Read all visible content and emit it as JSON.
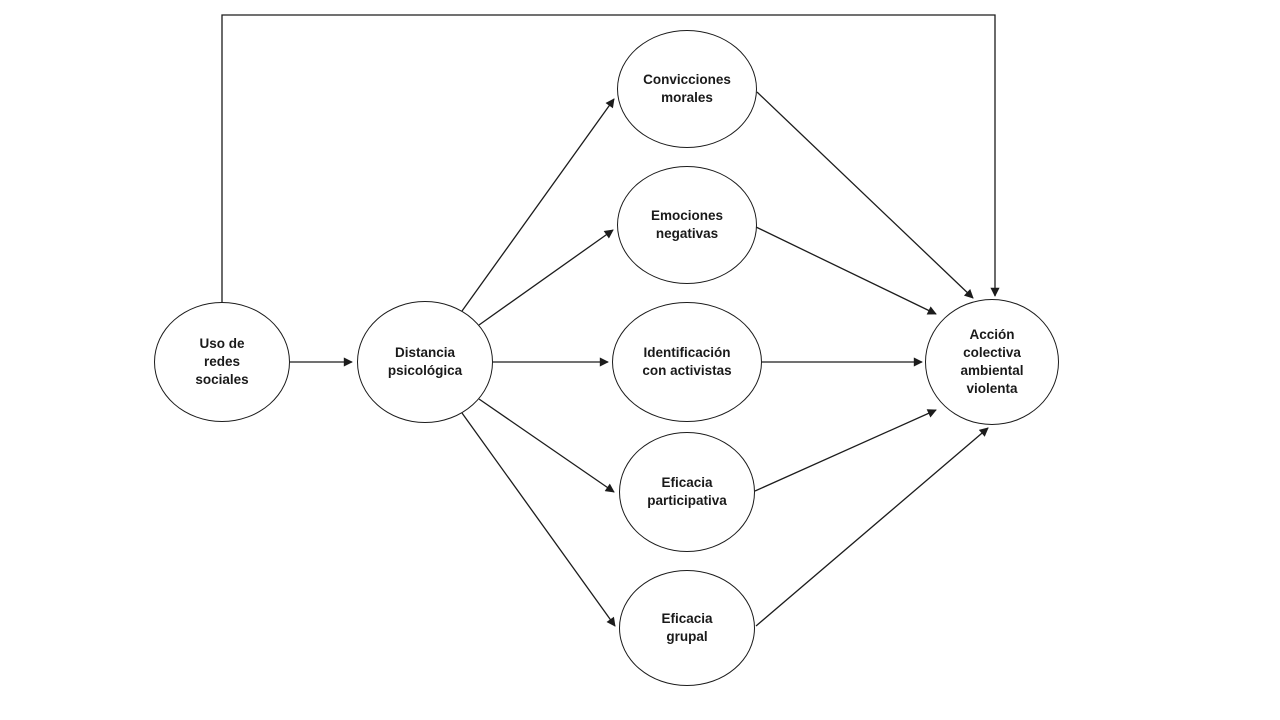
{
  "diagram": {
    "type": "path-model",
    "background_color": "#ffffff",
    "line_color": "#1c1c1c",
    "text_color": "#1a1a1a",
    "nodes": [
      {
        "id": "uso-redes-sociales",
        "label": "Uso de\nredes\nsociales"
      },
      {
        "id": "distancia-psicologica",
        "label": "Distancia\npsicológica"
      },
      {
        "id": "convicciones-morales",
        "label": "Convicciones\nmorales"
      },
      {
        "id": "emociones-negativas",
        "label": "Emociones\nnegativas"
      },
      {
        "id": "identificacion-activistas",
        "label": "Identificación\ncon activistas"
      },
      {
        "id": "eficacia-participativa",
        "label": "Eficacia\nparticipativa"
      },
      {
        "id": "eficacia-grupal",
        "label": "Eficacia\ngrupal"
      },
      {
        "id": "accion-colectiva",
        "label": "Acción\ncolectiva\nambiental\nviolenta"
      }
    ],
    "edges": [
      {
        "from": "uso-redes-sociales",
        "to": "distancia-psicologica"
      },
      {
        "from": "uso-redes-sociales",
        "to": "accion-colectiva",
        "route": "around-top"
      },
      {
        "from": "distancia-psicologica",
        "to": "convicciones-morales"
      },
      {
        "from": "distancia-psicologica",
        "to": "emociones-negativas"
      },
      {
        "from": "distancia-psicologica",
        "to": "identificacion-activistas"
      },
      {
        "from": "distancia-psicologica",
        "to": "eficacia-participativa"
      },
      {
        "from": "distancia-psicologica",
        "to": "eficacia-grupal"
      },
      {
        "from": "convicciones-morales",
        "to": "accion-colectiva"
      },
      {
        "from": "emociones-negativas",
        "to": "accion-colectiva"
      },
      {
        "from": "identificacion-activistas",
        "to": "accion-colectiva"
      },
      {
        "from": "eficacia-participativa",
        "to": "accion-colectiva"
      },
      {
        "from": "eficacia-grupal",
        "to": "accion-colectiva"
      }
    ]
  }
}
